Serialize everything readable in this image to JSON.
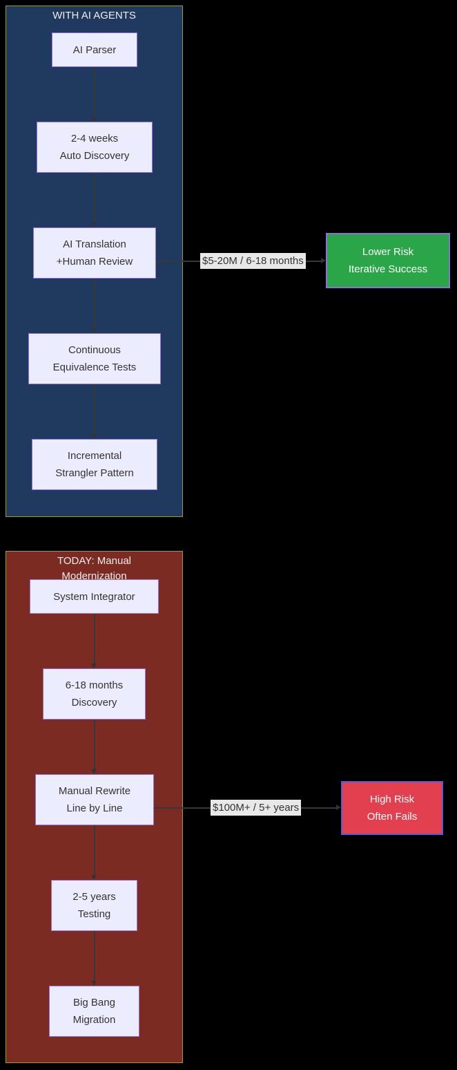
{
  "canvas": {
    "background": "#000000"
  },
  "ai_flow": {
    "title": "WITH AI AGENTS",
    "colors": {
      "container_fill": "#1f3a5e",
      "container_border": "#9c9c35",
      "node_fill": "#ececff",
      "node_border": "#9370db",
      "node_text": "#333333",
      "title_text": "#ffffff"
    },
    "nodes": [
      {
        "lines": [
          "AI Parser"
        ]
      },
      {
        "lines": [
          "2-4 weeks",
          "Auto Discovery"
        ]
      },
      {
        "lines": [
          "AI Translation",
          "+Human Review"
        ]
      },
      {
        "lines": [
          "Continuous",
          "Equivalence Tests"
        ]
      },
      {
        "lines": [
          "Incremental",
          "Strangler Pattern"
        ]
      }
    ],
    "edge": {
      "label": "$5-20M / 6-18 months",
      "label_bg": "#e8e8e8",
      "label_text": "#333333"
    },
    "result": {
      "lines": [
        "Lower Risk",
        "Iterative Success"
      ],
      "fill": "#2aa648",
      "border": "#8f6fd8",
      "text": "#ffffff"
    }
  },
  "manual_flow": {
    "title_line1": "TODAY: Manual",
    "title_line2": "Modernization",
    "colors": {
      "container_fill": "#7c2b22",
      "container_border": "#9c9c35",
      "node_fill": "#ececff",
      "node_border": "#9370db",
      "node_text": "#333333",
      "title_text": "#f3eded"
    },
    "nodes": [
      {
        "lines": [
          "System Integrator"
        ]
      },
      {
        "lines": [
          "6-18 months",
          "Discovery"
        ]
      },
      {
        "lines": [
          "Manual Rewrite",
          "Line by Line"
        ]
      },
      {
        "lines": [
          "2-5 years",
          "Testing"
        ]
      },
      {
        "lines": [
          "Big Bang",
          "Migration"
        ]
      }
    ],
    "edge": {
      "label": "$100M+ / 5+ years",
      "label_bg": "#e8e8e8",
      "label_text": "#333333"
    },
    "result": {
      "lines": [
        "High Risk",
        "Often Fails"
      ],
      "fill": "#e2404f",
      "border": "#5a5ad0",
      "text": "#ffffff"
    }
  }
}
